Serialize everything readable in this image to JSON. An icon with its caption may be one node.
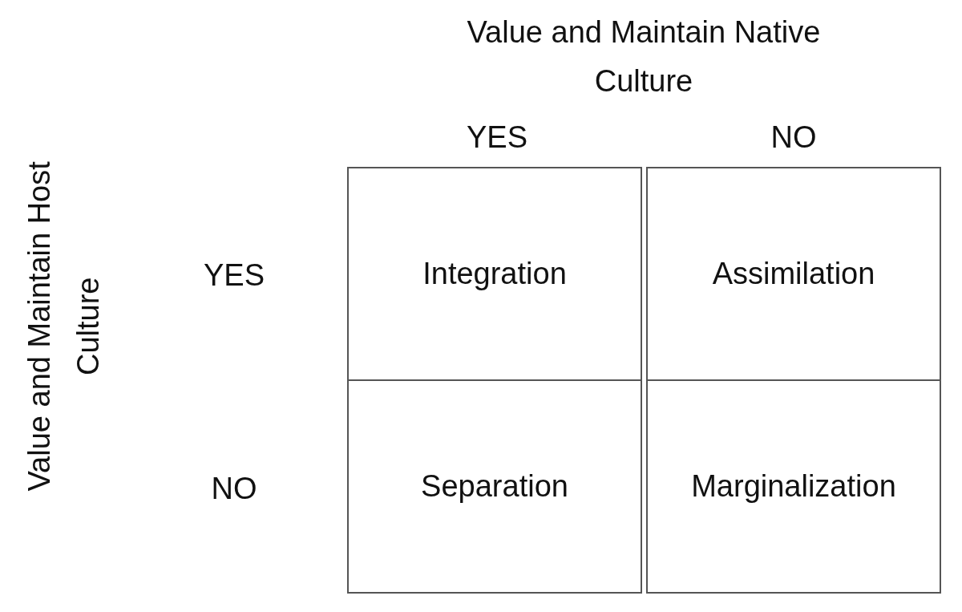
{
  "diagram": {
    "nodes": [
      {
        "text": [
          "Integration"
        ]
      },
      {
        "text": [
          "Assimilation"
        ]
      },
      {
        "text": [
          "Separation"
        ]
      },
      {
        "text": [
          "Marginalization"
        ]
      }
    ],
    "labels": [
      "Value and Maintain Native Culture",
      "YES",
      "NO",
      "Value and Maintain Host Culture",
      "YES",
      "NO"
    ]
  }
}
